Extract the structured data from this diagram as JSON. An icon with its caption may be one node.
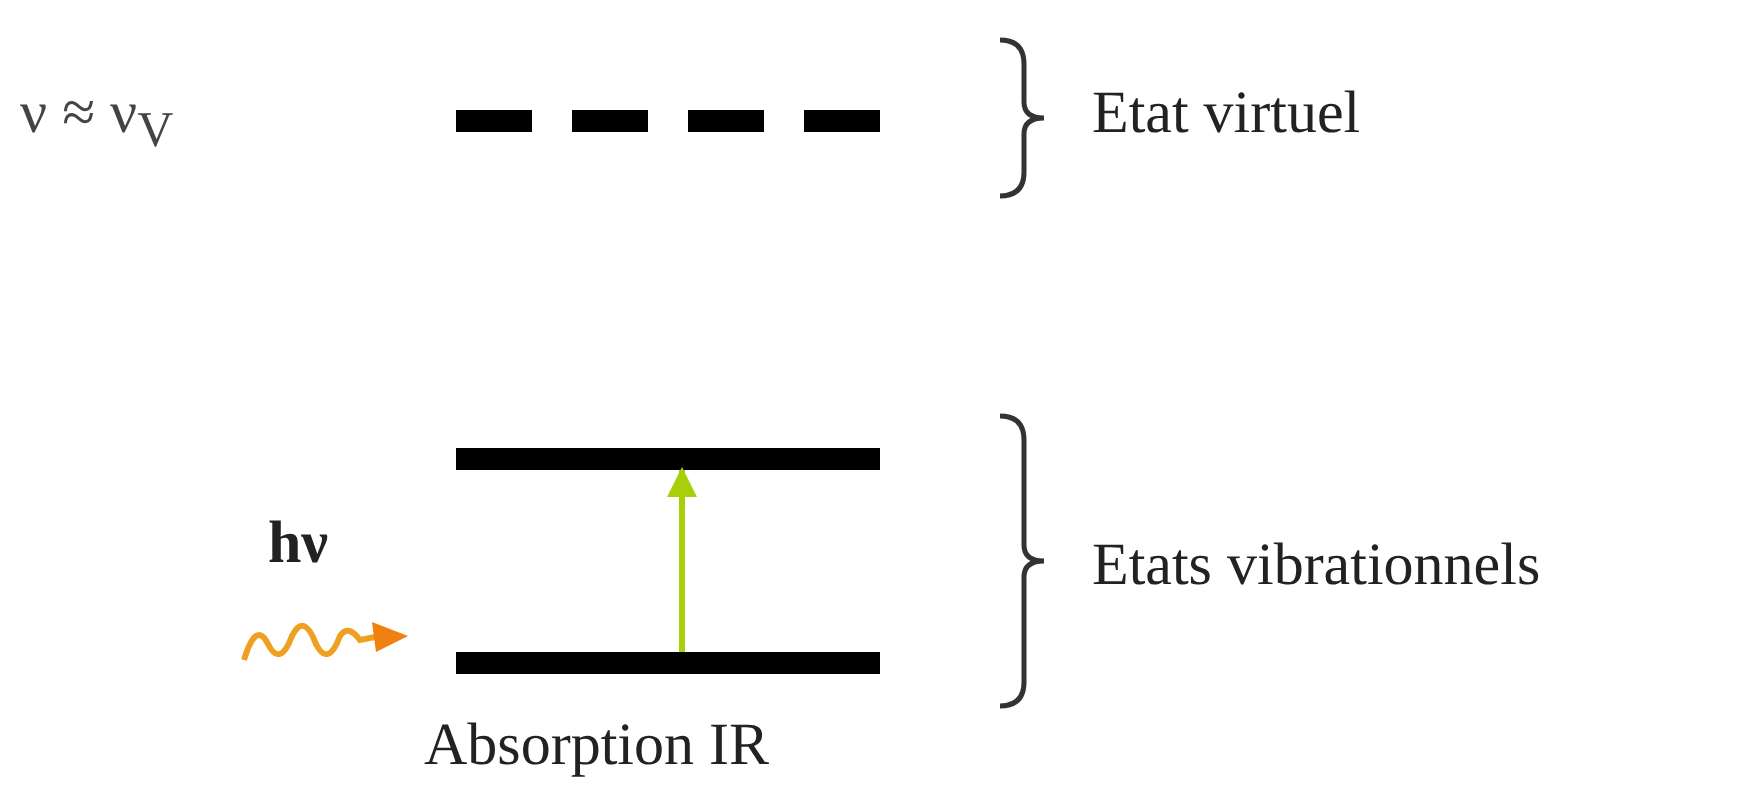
{
  "diagram": {
    "nodes": [
      {
        "text": [],
        "shape": "bar"
      },
      {
        "text": [],
        "shape": "bar"
      },
      {
        "text": [],
        "shape": "bar"
      }
    ],
    "edges": [
      {
        "from": 2,
        "to": 1,
        "arrow": "to",
        "color": "#a8d00a"
      }
    ],
    "labels": [
      "ν ≈ ν$_{V}$",
      "Etat virtuel",
      "hν",
      "Etats vibrationnels",
      "Absorption IR"
    ]
  }
}
